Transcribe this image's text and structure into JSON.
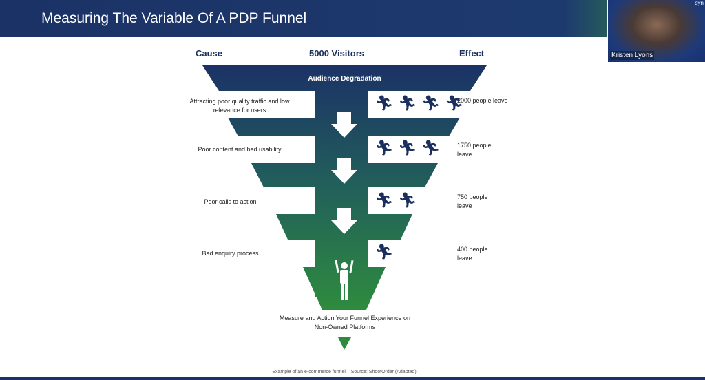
{
  "slide": {
    "title": "Measuring The Variable Of A PDP Funnel",
    "headers": {
      "cause": "Cause",
      "visitors": "5000 Visitors",
      "effect": "Effect"
    },
    "funnel_top_label": "Audience Degradation",
    "stages": [
      {
        "cause": "Attracting poor quality traffic and low relevance for users",
        "effect": "2000 people leave",
        "runners": 4
      },
      {
        "cause": "Poor content and bad usability",
        "effect": "1750 people leave",
        "runners": 3
      },
      {
        "cause": "Poor calls to action",
        "effect": "750 people leave",
        "runners": 2
      },
      {
        "cause": "Bad enquiry process",
        "effect": "400 people leave",
        "runners": 1
      }
    ],
    "outcome": "Measure and Action Your Funnel Experience on Non-Owned Platforms",
    "caption": "Example of an e-commerce funnel – Source: ShootOrder (Adapted)",
    "colors": {
      "navy": "#1b2f5e",
      "green": "#2e8b3e"
    }
  },
  "video": {
    "participant_name": "Kristen Lyons",
    "logo_text": "syn"
  }
}
